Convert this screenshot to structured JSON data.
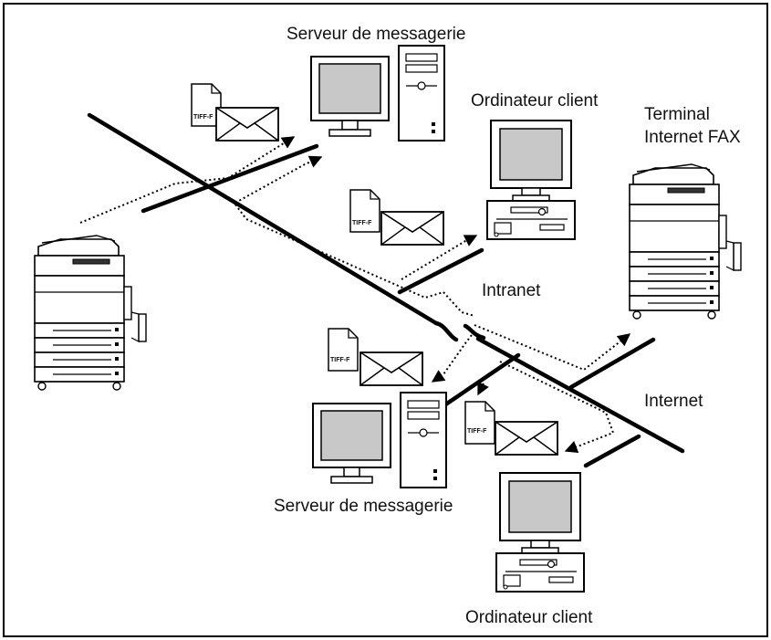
{
  "labels": {
    "mail_server_top": "Serveur de messagerie",
    "client_pc_top": "Ordinateur client",
    "internet_fax_line1": "Terminal",
    "internet_fax_line2": "Internet FAX",
    "intranet": "Intranet",
    "internet": "Internet",
    "mail_server_bottom": "Serveur de messagerie",
    "client_pc_bottom": "Ordinateur client"
  },
  "attachment_label": "TIFF-F",
  "colors": {
    "line": "#000000",
    "screen": "#c8c8c8",
    "paper": "#ffffff"
  }
}
